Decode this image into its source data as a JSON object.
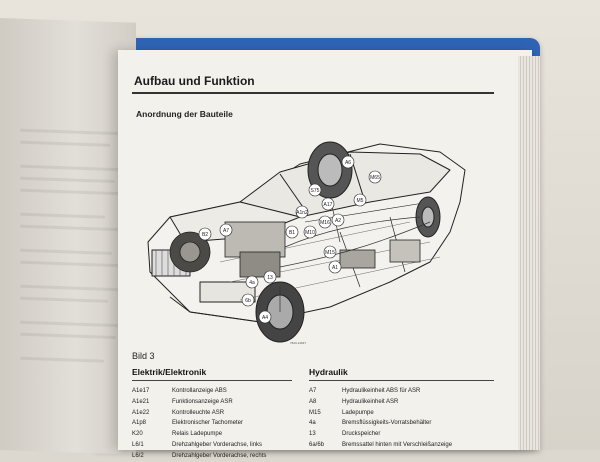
{
  "section_title": "Aufbau und Funktion",
  "subtitle": "Anordnung der Bauteile",
  "figure_label": "Bild 3",
  "figure_code": "7623-14637",
  "callouts": [
    "A6",
    "M65",
    "S75",
    "A17",
    "A1n2",
    "M5",
    "B1",
    "M10",
    "M16",
    "A2",
    "B2",
    "A7",
    "4a",
    "13",
    "M15",
    "A1",
    "A4",
    "6b"
  ],
  "elektrik": {
    "heading": "Elektrik/Elektronik",
    "items": [
      {
        "code": "A1e17",
        "text": "Kontrollanzeige ABS"
      },
      {
        "code": "A1e21",
        "text": "Funktionsanzeige ASR"
      },
      {
        "code": "A1e22",
        "text": "Kontrolleuchte ASR"
      },
      {
        "code": "A1p8",
        "text": "Elektronischer Tachometer"
      },
      {
        "code": "K20",
        "text": "Relais Ladepumpe"
      },
      {
        "code": "L6/1",
        "text": "Drehzahlgeber Vorderachse, links"
      },
      {
        "code": "L6/2",
        "text": "Drehzahlgeber Vorderachse, rechts"
      }
    ]
  },
  "hydraulik": {
    "heading": "Hydraulik",
    "items": [
      {
        "code": "A7",
        "text": "Hydraulikeinheit ABS für ASR"
      },
      {
        "code": "A8",
        "text": "Hydraulikeinheit ASR"
      },
      {
        "code": "M15",
        "text": "Ladepumpe"
      },
      {
        "code": "4a",
        "text": "Bremsflüssigkeits-Vorratsbehälter"
      },
      {
        "code": "13",
        "text": "Druckspeicher"
      },
      {
        "code": "6a/6b",
        "text": "Bremssattel hinten mit Verschleißanzeige"
      }
    ]
  },
  "colors": {
    "binder": "#2f64b5",
    "paper": "#f3f1ec",
    "ink": "#1b1b1b"
  }
}
